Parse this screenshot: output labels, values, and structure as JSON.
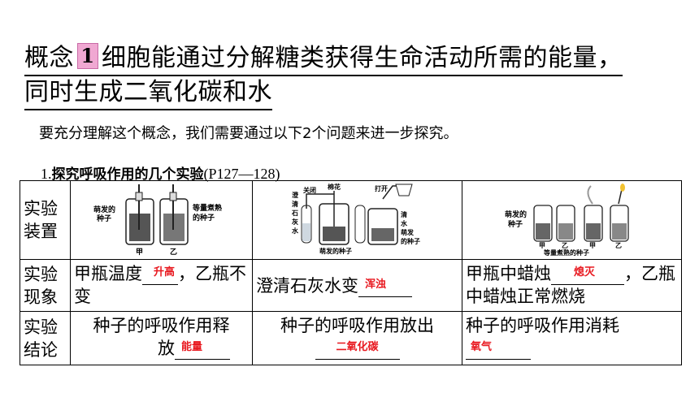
{
  "heading": {
    "prefix": "概念",
    "badge": "1",
    "line1": "细胞能通过分解糖类获得生命活动所需的能量，",
    "line2": "同时生成二氧化碳和水"
  },
  "intro": "要充分理解这个概念，我们需要通过以下2个问题来进一步探究。",
  "section": {
    "num": "1.",
    "title": "探究呼吸作用的几个实验",
    "ref": "(P127—128)"
  },
  "table": {
    "rows": [
      {
        "header": [
          "实验",
          "装置"
        ]
      },
      {
        "header": [
          "实验",
          "现象"
        ]
      },
      {
        "header": [
          "实验",
          "结论"
        ]
      }
    ],
    "apparatus": {
      "a1": {
        "left_label": [
          "萌发的",
          "种子"
        ],
        "right_label": [
          "等量煮熟",
          "的种子"
        ],
        "jar_a": "甲",
        "jar_b": "乙"
      },
      "a2": {
        "left_labels": [
          "澄",
          "清",
          "石",
          "灰",
          "水"
        ],
        "clip": "关闭",
        "cotton": "棉花",
        "open": "打开",
        "water": [
          "清",
          "水"
        ],
        "seed": [
          "萌发",
          "的种子"
        ],
        "bottom": "萌发的种子"
      },
      "a3": {
        "left_label": [
          "萌发的",
          "种子"
        ],
        "j1": "甲",
        "j2": "乙",
        "j3": "甲",
        "j4": "乙",
        "bottom": "等量煮熟的种子"
      }
    },
    "phenomena": {
      "c1": {
        "before": "甲瓶温度",
        "answer": "升高",
        "after": "，乙瓶不变"
      },
      "c2": {
        "before": "澄清石灰水变",
        "answer": "浑浊"
      },
      "c3": {
        "before": "甲瓶中蜡烛",
        "answer": "熄灭",
        "after": "，乙瓶中蜡烛正常燃烧"
      }
    },
    "conclusions": {
      "c1": {
        "line1": "种子的呼吸作用释",
        "line2": "放",
        "answer": "能量"
      },
      "c2": {
        "line1": "种子的呼吸作用放出",
        "answer": "二氧化碳"
      },
      "c3": {
        "line1": "种子的呼吸作用消耗",
        "answer": "氧气"
      }
    }
  },
  "colors": {
    "answer": "#e8181f",
    "badge": "#f0a8d2"
  }
}
